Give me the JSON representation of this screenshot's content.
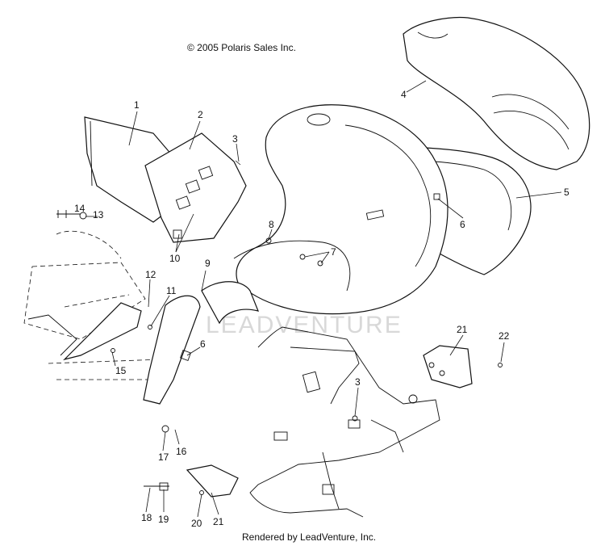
{
  "header": {
    "copyright": "© 2005 Polaris Sales Inc."
  },
  "footer": {
    "rendered_by": "Rendered by LeadVenture, Inc."
  },
  "watermark": "LEADVENTURE",
  "callouts": {
    "c1": "1",
    "c2": "2",
    "c3a": "3",
    "c3b": "3",
    "c4": "4",
    "c5": "5",
    "c6a": "6",
    "c6b": "6",
    "c7": "7",
    "c8": "8",
    "c9": "9",
    "c10": "10",
    "c11": "11",
    "c12": "12",
    "c13": "13",
    "c14": "14",
    "c15": "15",
    "c16": "16",
    "c17": "17",
    "c18": "18",
    "c19": "19",
    "c20": "20",
    "c21a": "21",
    "c21b": "21",
    "c22": "22"
  }
}
